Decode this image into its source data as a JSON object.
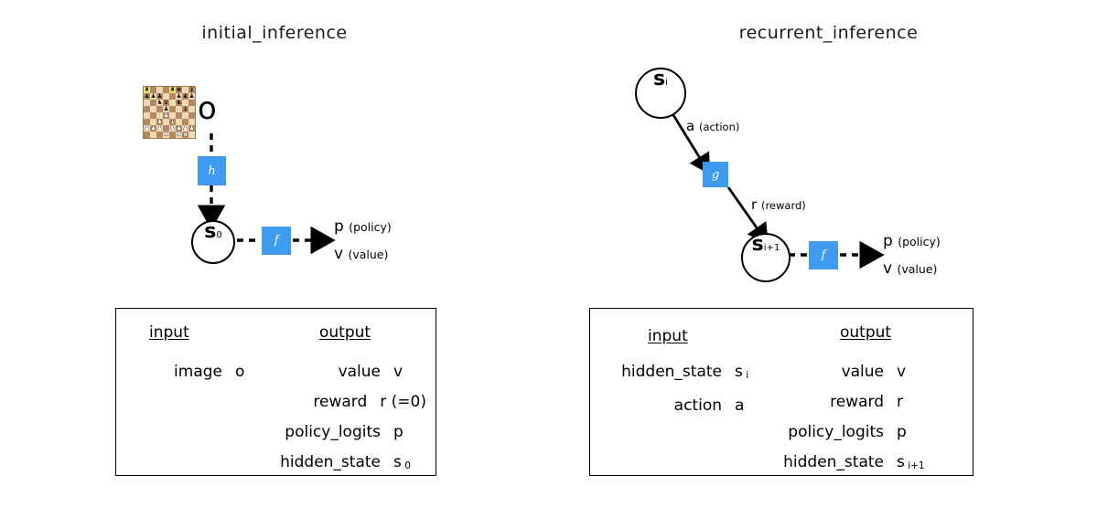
{
  "panels": [
    {
      "id": "initial_inference",
      "title": "initial_inference",
      "observation_label": "o",
      "boxes": [
        {
          "name": "h",
          "label": "h"
        },
        {
          "name": "f",
          "label": "f"
        }
      ],
      "nodes": [
        {
          "name": "s0",
          "symbol": "s",
          "subscript": "0"
        }
      ],
      "outputs": [
        {
          "symbol": "p",
          "desc": "(policy)"
        },
        {
          "symbol": "v",
          "desc": "(value)"
        }
      ],
      "edge_labels": [],
      "table": {
        "input_header": "input",
        "output_header": "output",
        "input_rows": [
          {
            "name": "image",
            "value": "o",
            "value_sub": ""
          }
        ],
        "output_rows": [
          {
            "name": "value",
            "value": "v",
            "value_sub": ""
          },
          {
            "name": "reward",
            "value": "r (=0)",
            "value_sub": ""
          },
          {
            "name": "policy_logits",
            "value": "p",
            "value_sub": ""
          },
          {
            "name": "hidden_state",
            "value": "s",
            "value_sub": "0"
          }
        ]
      }
    },
    {
      "id": "recurrent_inference",
      "title": "recurrent_inference",
      "observation_label": "",
      "boxes": [
        {
          "name": "g",
          "label": "g"
        },
        {
          "name": "f",
          "label": "f"
        }
      ],
      "nodes": [
        {
          "name": "si",
          "symbol": "s",
          "subscript": "i"
        },
        {
          "name": "si1",
          "symbol": "s",
          "subscript": "i+1"
        }
      ],
      "outputs": [
        {
          "symbol": "p",
          "desc": "(policy)"
        },
        {
          "symbol": "v",
          "desc": "(value)"
        }
      ],
      "edge_labels": [
        {
          "symbol": "a",
          "desc": "(action)"
        },
        {
          "symbol": "r",
          "desc": "(reward)"
        }
      ],
      "table": {
        "input_header": "input",
        "output_header": "output",
        "input_rows": [
          {
            "name": "hidden_state",
            "value": "s",
            "value_sub": "i"
          },
          {
            "name": "action",
            "value": "a",
            "value_sub": ""
          }
        ],
        "output_rows": [
          {
            "name": "value",
            "value": "v",
            "value_sub": ""
          },
          {
            "name": "reward",
            "value": "r",
            "value_sub": ""
          },
          {
            "name": "policy_logits",
            "value": "p",
            "value_sub": ""
          },
          {
            "name": "hidden_state",
            "value": "s",
            "value_sub": "i+1"
          }
        ]
      }
    }
  ],
  "colors": {
    "function_box": "#3e9bf0",
    "stroke": "#000000",
    "background": "#ffffff",
    "board_light": "#f0d9b5",
    "board_dark": "#b58863",
    "board_highlight": "#e8e86a"
  },
  "board": {
    "rows": [
      [
        "r",
        "",
        "",
        "",
        "r",
        "k",
        "",
        "b"
      ],
      [
        "p",
        "p",
        "p",
        "",
        "",
        "p",
        "p",
        "p"
      ],
      [
        "",
        "",
        "n",
        "q",
        "",
        "n",
        "",
        ""
      ],
      [
        "",
        "",
        "",
        "p",
        "",
        "",
        "b",
        ""
      ],
      [
        "",
        "",
        "",
        "P",
        "",
        "",
        "",
        ""
      ],
      [
        "",
        "",
        "N",
        "",
        "B",
        "",
        "",
        ""
      ],
      [
        "P",
        "P",
        "P",
        "",
        "N",
        "P",
        "P",
        "P"
      ],
      [
        "",
        "",
        "",
        "R",
        "",
        "R",
        "K",
        ""
      ]
    ]
  }
}
